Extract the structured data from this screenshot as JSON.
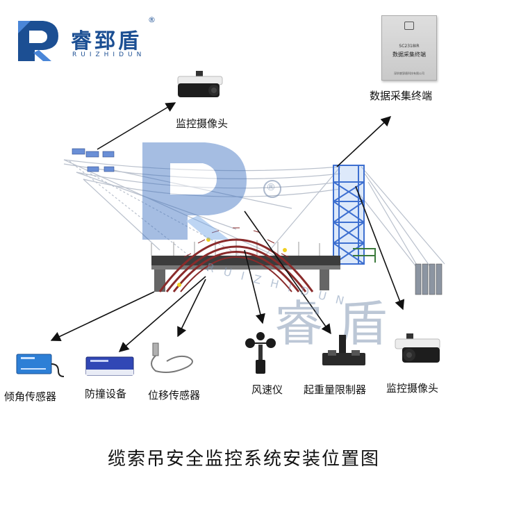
{
  "brand": {
    "name_cn": "睿郅盾",
    "name_en": "RUIZHIDUN",
    "registered": "®"
  },
  "terminal": {
    "box_model": "SC2318IR",
    "box_title": "数据采集终端",
    "box_footer": "深圳睿郅盾科技有限公司",
    "label": "数据采集终端"
  },
  "labels": {
    "camera_top": "监控摄像头",
    "camera_right": "监控摄像头",
    "tilt_sensor": "倾角传感器",
    "anti_collision": "防撞设备",
    "displacement_sensor": "位移传感器",
    "anemometer": "风速仪",
    "weight_limiter": "起重量限制器"
  },
  "watermark": {
    "en": "RUIZHIDUN",
    "cn": "睿  盾",
    "registered": "®"
  },
  "caption": "缆索吊安全监控系统安装位置图",
  "colors": {
    "brand_blue": "#1c4f93",
    "tower_blue": "#3d6fd0",
    "arch_red": "#8a2b2b",
    "cable_gray": "#b9c0cc",
    "arrow": "#111111"
  }
}
